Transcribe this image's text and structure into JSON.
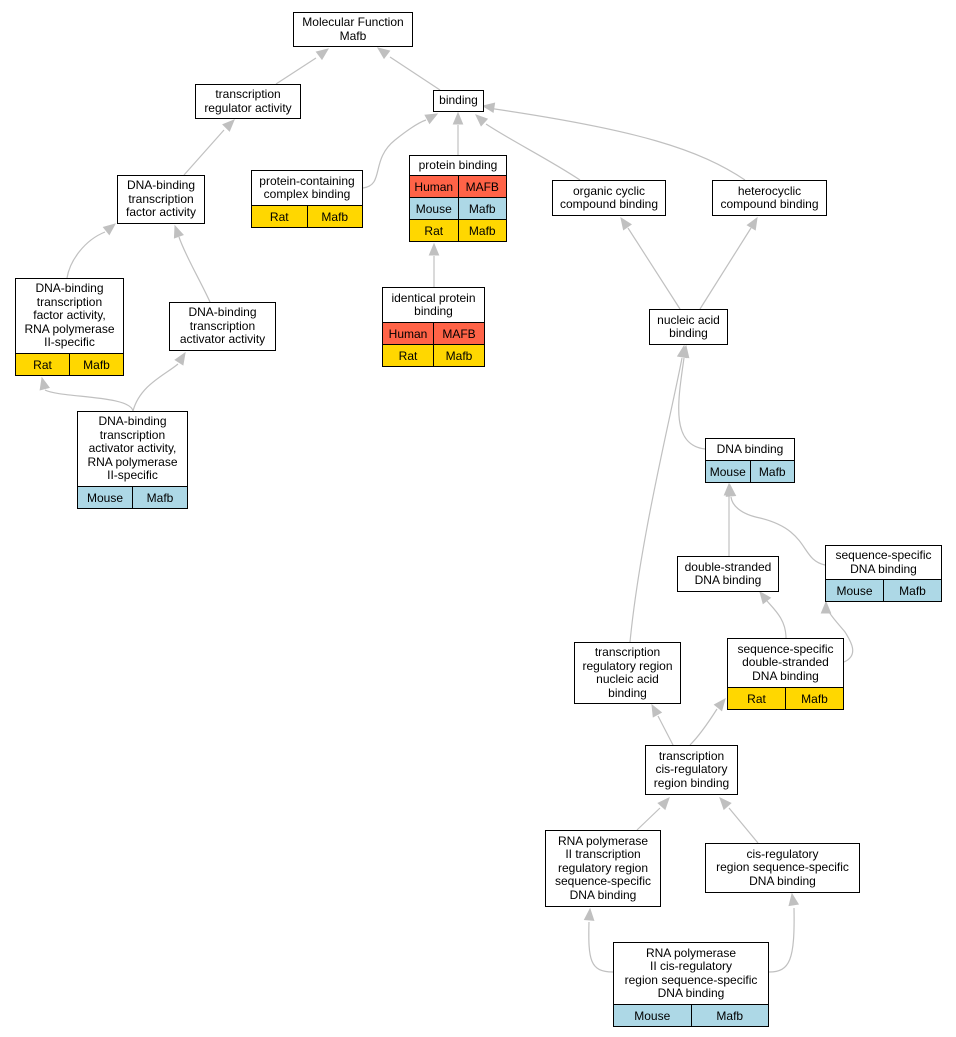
{
  "nodes": {
    "mf": {
      "label": "Molecular Function\nMafb"
    },
    "tra": {
      "label": "transcription\nregulator activity"
    },
    "bind": {
      "label": "binding"
    },
    "dbtf": {
      "label": "DNA-binding\ntranscription\nfactor activity"
    },
    "pccb": {
      "label": "protein-containing\ncomplex binding",
      "rows": [
        {
          "species": "Rat",
          "gene": "Mafb"
        }
      ]
    },
    "pb": {
      "label": "protein binding",
      "rows": [
        {
          "species": "Human",
          "gene": "MAFB"
        },
        {
          "species": "Mouse",
          "gene": "Mafb"
        },
        {
          "species": "Rat",
          "gene": "Mafb"
        }
      ]
    },
    "occb": {
      "label": "organic cyclic\ncompound binding"
    },
    "hcb": {
      "label": "heterocyclic\ncompound binding"
    },
    "dbtf2": {
      "label": "DNA-binding\ntranscription\nfactor activity,\nRNA polymerase\nII-specific",
      "rows": [
        {
          "species": "Rat",
          "gene": "Mafb"
        }
      ]
    },
    "dbtaa": {
      "label": "DNA-binding\ntranscription\nactivator activity"
    },
    "ipb": {
      "label": "identical protein\nbinding",
      "rows": [
        {
          "species": "Human",
          "gene": "MAFB"
        },
        {
          "species": "Rat",
          "gene": "Mafb"
        }
      ]
    },
    "nab": {
      "label": "nucleic acid\nbinding"
    },
    "dbtaa2": {
      "label": "DNA-binding\ntranscription\nactivator activity,\nRNA polymerase\nII-specific",
      "rows": [
        {
          "species": "Mouse",
          "gene": "Mafb"
        }
      ]
    },
    "dnab": {
      "label": "DNA binding",
      "rows": [
        {
          "species": "Mouse",
          "gene": "Mafb"
        }
      ]
    },
    "dsdb": {
      "label": "double-stranded\nDNA binding"
    },
    "ssdb": {
      "label": "sequence-specific\nDNA binding",
      "rows": [
        {
          "species": "Mouse",
          "gene": "Mafb"
        }
      ]
    },
    "ssdsdb": {
      "label": "sequence-specific\ndouble-stranded\nDNA binding",
      "rows": [
        {
          "species": "Rat",
          "gene": "Mafb"
        }
      ]
    },
    "trrnab": {
      "label": "transcription\nregulatory region\nnucleic acid\nbinding"
    },
    "tcrrb": {
      "label": "transcription\ncis-regulatory\nregion binding"
    },
    "rnap2trr": {
      "label": "RNA polymerase\nII transcription\nregulatory region\nsequence-specific\nDNA binding"
    },
    "crrssdb": {
      "label": "cis-regulatory\nregion sequence-specific\nDNA binding"
    },
    "rnap2cr": {
      "label": "RNA polymerase\nII cis-regulatory\nregion sequence-specific\nDNA binding",
      "rows": [
        {
          "species": "Mouse",
          "gene": "Mafb"
        }
      ]
    }
  },
  "edges": [
    {
      "from": "tra",
      "to": "mf"
    },
    {
      "from": "bind",
      "to": "mf"
    },
    {
      "from": "dbtf",
      "to": "tra"
    },
    {
      "from": "pccb",
      "to": "bind"
    },
    {
      "from": "pb",
      "to": "bind"
    },
    {
      "from": "occb",
      "to": "bind"
    },
    {
      "from": "hcb",
      "to": "bind"
    },
    {
      "from": "dbtf2",
      "to": "dbtf"
    },
    {
      "from": "dbtaa",
      "to": "dbtf"
    },
    {
      "from": "ipb",
      "to": "pb"
    },
    {
      "from": "nab",
      "to": "occb"
    },
    {
      "from": "nab",
      "to": "hcb"
    },
    {
      "from": "dbtaa2",
      "to": "dbtf2"
    },
    {
      "from": "dbtaa2",
      "to": "dbtaa"
    },
    {
      "from": "dnab",
      "to": "nab"
    },
    {
      "from": "trrnab",
      "to": "nab"
    },
    {
      "from": "dsdb",
      "to": "dnab"
    },
    {
      "from": "ssdb",
      "to": "dnab"
    },
    {
      "from": "ssdsdb",
      "to": "dsdb"
    },
    {
      "from": "ssdsdb",
      "to": "ssdb"
    },
    {
      "from": "tcrrb",
      "to": "trrnab"
    },
    {
      "from": "tcrrb",
      "to": "ssdsdb"
    },
    {
      "from": "rnap2trr",
      "to": "tcrrb"
    },
    {
      "from": "crrssdb",
      "to": "tcrrb"
    },
    {
      "from": "rnap2cr",
      "to": "rnap2trr"
    },
    {
      "from": "rnap2cr",
      "to": "crrssdb"
    }
  ],
  "colors": {
    "Human": "#ff6347",
    "Mouse": "#add8e6",
    "Rat": "#ffd700",
    "edge": "#c0c0c0",
    "arrowhead": "#c0c0c0"
  }
}
